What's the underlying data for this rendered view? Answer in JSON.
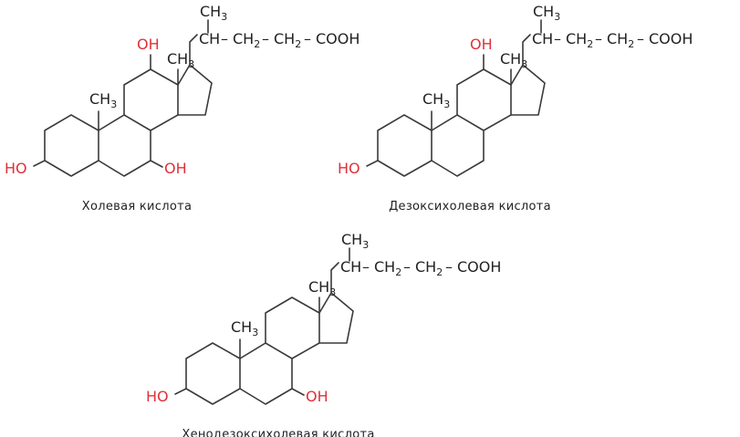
{
  "colors": {
    "bond": "#3a3a3a",
    "text": "#222222",
    "hydroxyl": "#e0303a",
    "background": "#ffffff"
  },
  "atoms": {
    "ch": "CH",
    "ch3_main": "CH",
    "ch3_sub": "3",
    "ch2_main": "CH",
    "ch2_sub": "2",
    "cooh": "COOH",
    "oh_left": "HO",
    "oh_right": "OH",
    "dash": "–"
  },
  "molecules": [
    {
      "name": "Холевая кислота",
      "hydroxyls": [
        "C3",
        "C7",
        "C12"
      ]
    },
    {
      "name": "Дезоксихолевая кислота",
      "hydroxyls": [
        "C3",
        "C12"
      ]
    },
    {
      "name": "Хенодезоксихолевая кислота",
      "hydroxyls": [
        "C3",
        "C7"
      ]
    }
  ]
}
